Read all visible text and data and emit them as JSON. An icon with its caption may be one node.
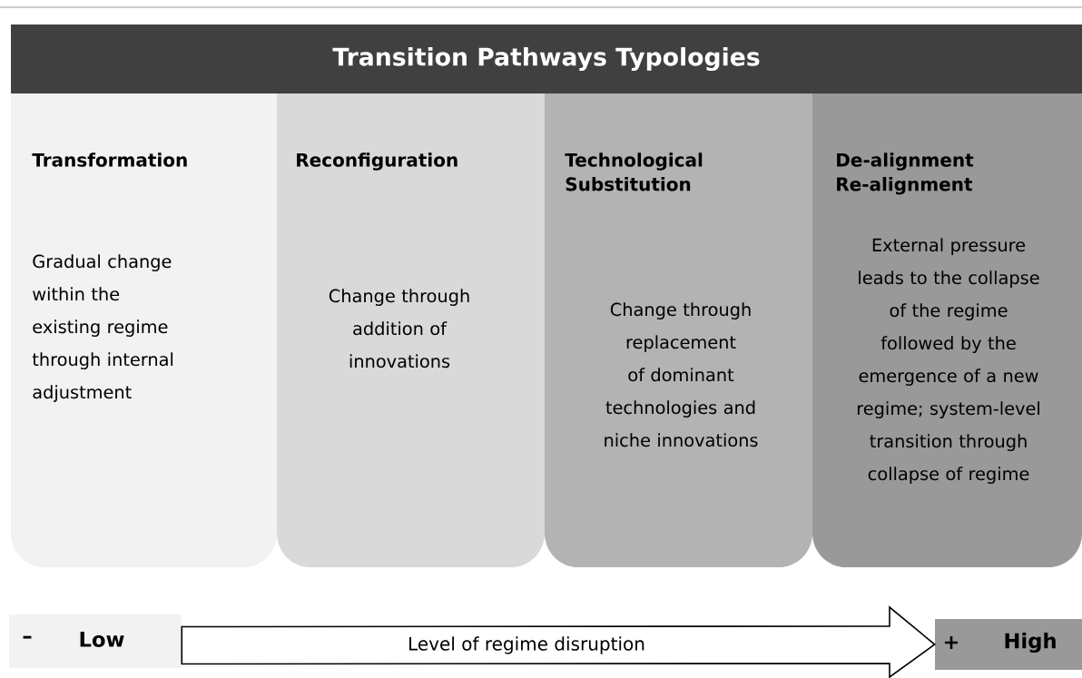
{
  "diagram": {
    "title": "Transition Pathways Typologies",
    "nodes": [
      {
        "text": [
          "Transformation",
          "Gradual change within the existing regime through internal adjustment"
        ]
      },
      {
        "text": [
          "Reconfiguration",
          "Change through addition of innovations"
        ]
      },
      {
        "text": [
          "Technological Substitution",
          "Change through replacement of dominant technologies and niche innovations"
        ]
      },
      {
        "text": [
          "De-alignment Re-alignment",
          "External pressure leads to the collapse of the regime followed by the emergence of a new regime; system-level transition through collapse of regime"
        ]
      },
      {
        "text": [
          "–",
          "Low"
        ]
      },
      {
        "text": [
          "+",
          "High"
        ]
      }
    ],
    "edges": [
      {
        "from": 4,
        "to": 5,
        "arrow": "to",
        "label": "Level of regime disruption"
      }
    ]
  }
}
